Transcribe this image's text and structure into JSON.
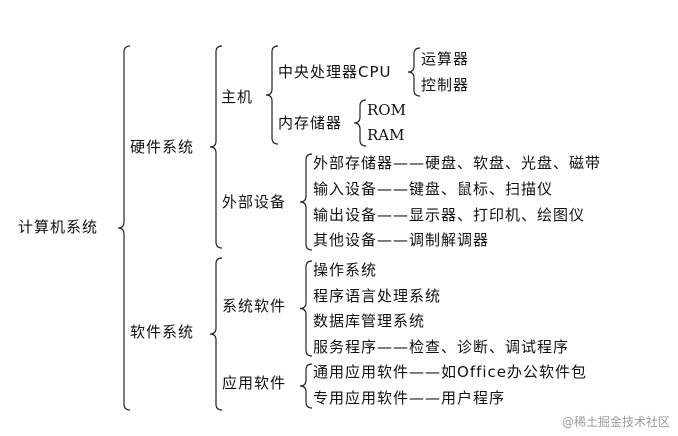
{
  "root": "计算机系统",
  "hardware": {
    "label": "硬件系统",
    "host": {
      "label": "主机",
      "cpu": {
        "label": "中央处理器CPU",
        "parts": [
          "运算器",
          "控制器"
        ]
      },
      "memory": {
        "label": "内存储器",
        "parts": [
          "ROM",
          "RAM"
        ]
      }
    },
    "peripherals": {
      "label": "外部设备",
      "items": [
        {
          "name": "外部存储器",
          "dash": "——",
          "detail": "硬盘、软盘、光盘、磁带"
        },
        {
          "name": "输入设备",
          "dash": "——",
          "detail": "键盘、鼠标、扫描仪"
        },
        {
          "name": "输出设备",
          "dash": "——",
          "detail": "显示器、打印机、绘图仪"
        },
        {
          "name": "其他设备",
          "dash": "——",
          "detail": "调制解调器"
        }
      ]
    }
  },
  "software": {
    "label": "软件系统",
    "system": {
      "label": "系统软件",
      "items": [
        {
          "name": "操作系统"
        },
        {
          "name": "程序语言处理系统"
        },
        {
          "name": "数据库管理系统"
        },
        {
          "name": "服务程序",
          "dash": "——",
          "detail": "检查、诊断、调试程序"
        }
      ]
    },
    "application": {
      "label": "应用软件",
      "items": [
        {
          "name": "通用应用软件",
          "dash": "——",
          "detail": "如Office办公软件包"
        },
        {
          "name": "专用应用软件",
          "dash": "——",
          "detail": "用户程序"
        }
      ]
    }
  },
  "watermark": "@稀土掘金技术社区",
  "colors": {
    "ink": "#111111",
    "watermark": "#9a9a9a",
    "background": "#ffffff"
  }
}
